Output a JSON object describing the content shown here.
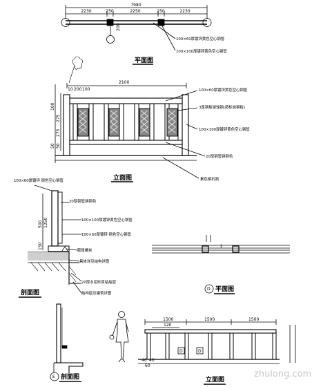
{
  "plan_top": {
    "overall_dim": "7980",
    "segment_dims": [
      "2230",
      "250",
      "2250",
      "250",
      "2230"
    ],
    "side_dim": "200",
    "note_1": "100×60厚镀锌黄色空心钢管",
    "note_2": "100×100厚镀锌黄色空心钢管",
    "title": "平面图"
  },
  "elevation_main": {
    "width_dim": "2100",
    "left_dims": [
      "10",
      "200",
      "100",
      "275",
      "275",
      "50",
      "100",
      "50"
    ],
    "notes": [
      "100×60厚镀锌黄色空心钢管",
      "3厚钢板锈蚀钢(按标准钢板)",
      "100×100厚镀锌黄色空心钢管",
      "20厚钢管锈钢色",
      "素色砌石面"
    ],
    "title": "立面图"
  },
  "section": {
    "top_note": "100×60厚镀锌 钢色空心钢管",
    "left_dims": [
      "500",
      "1250",
      "150"
    ],
    "notes": [
      "20厚钢管锈钢色",
      "100×100厚镀锌黄色空心钢管",
      "100×60厚镀锌 钢色空心钢管",
      "膨胀螺丝",
      "具体详见结构详图",
      "20厚水泥砂浆粘结层",
      "结构层见建筑详图"
    ],
    "title": "剖面图"
  },
  "plan_d": {
    "marker": "D",
    "title": "平面图"
  },
  "section_e": {
    "marker": "E",
    "title": "剖面图"
  },
  "elevation_d": {
    "dims_top": [
      "1500",
      "1500",
      "1500"
    ],
    "dim_small": "120",
    "bottom_dims": [
      "40",
      "40",
      "60"
    ],
    "marker_1": "D",
    "marker_2": "D",
    "title": "立面图"
  },
  "watermark": "zhulong.com"
}
